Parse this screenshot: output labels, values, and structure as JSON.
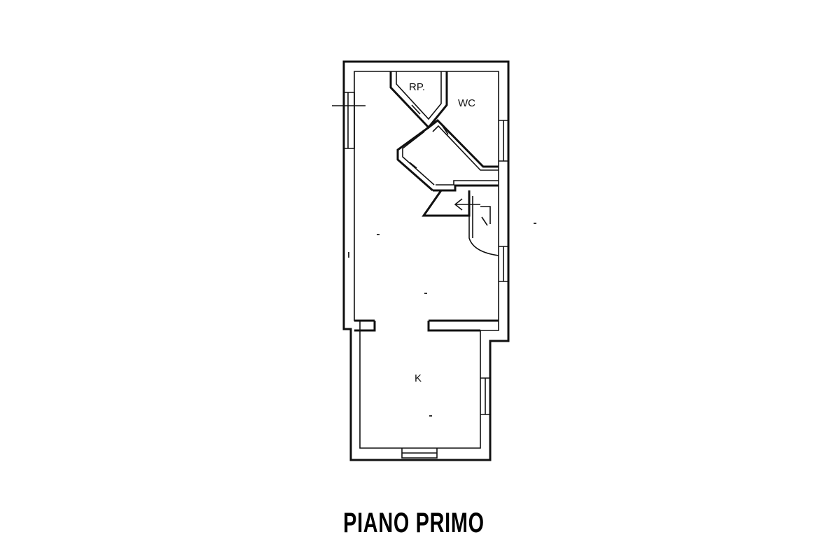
{
  "plan": {
    "title": "PIANO PRIMO",
    "rooms": {
      "rp_label": "RP.",
      "wc_label": "WC",
      "k_label": "K"
    }
  }
}
